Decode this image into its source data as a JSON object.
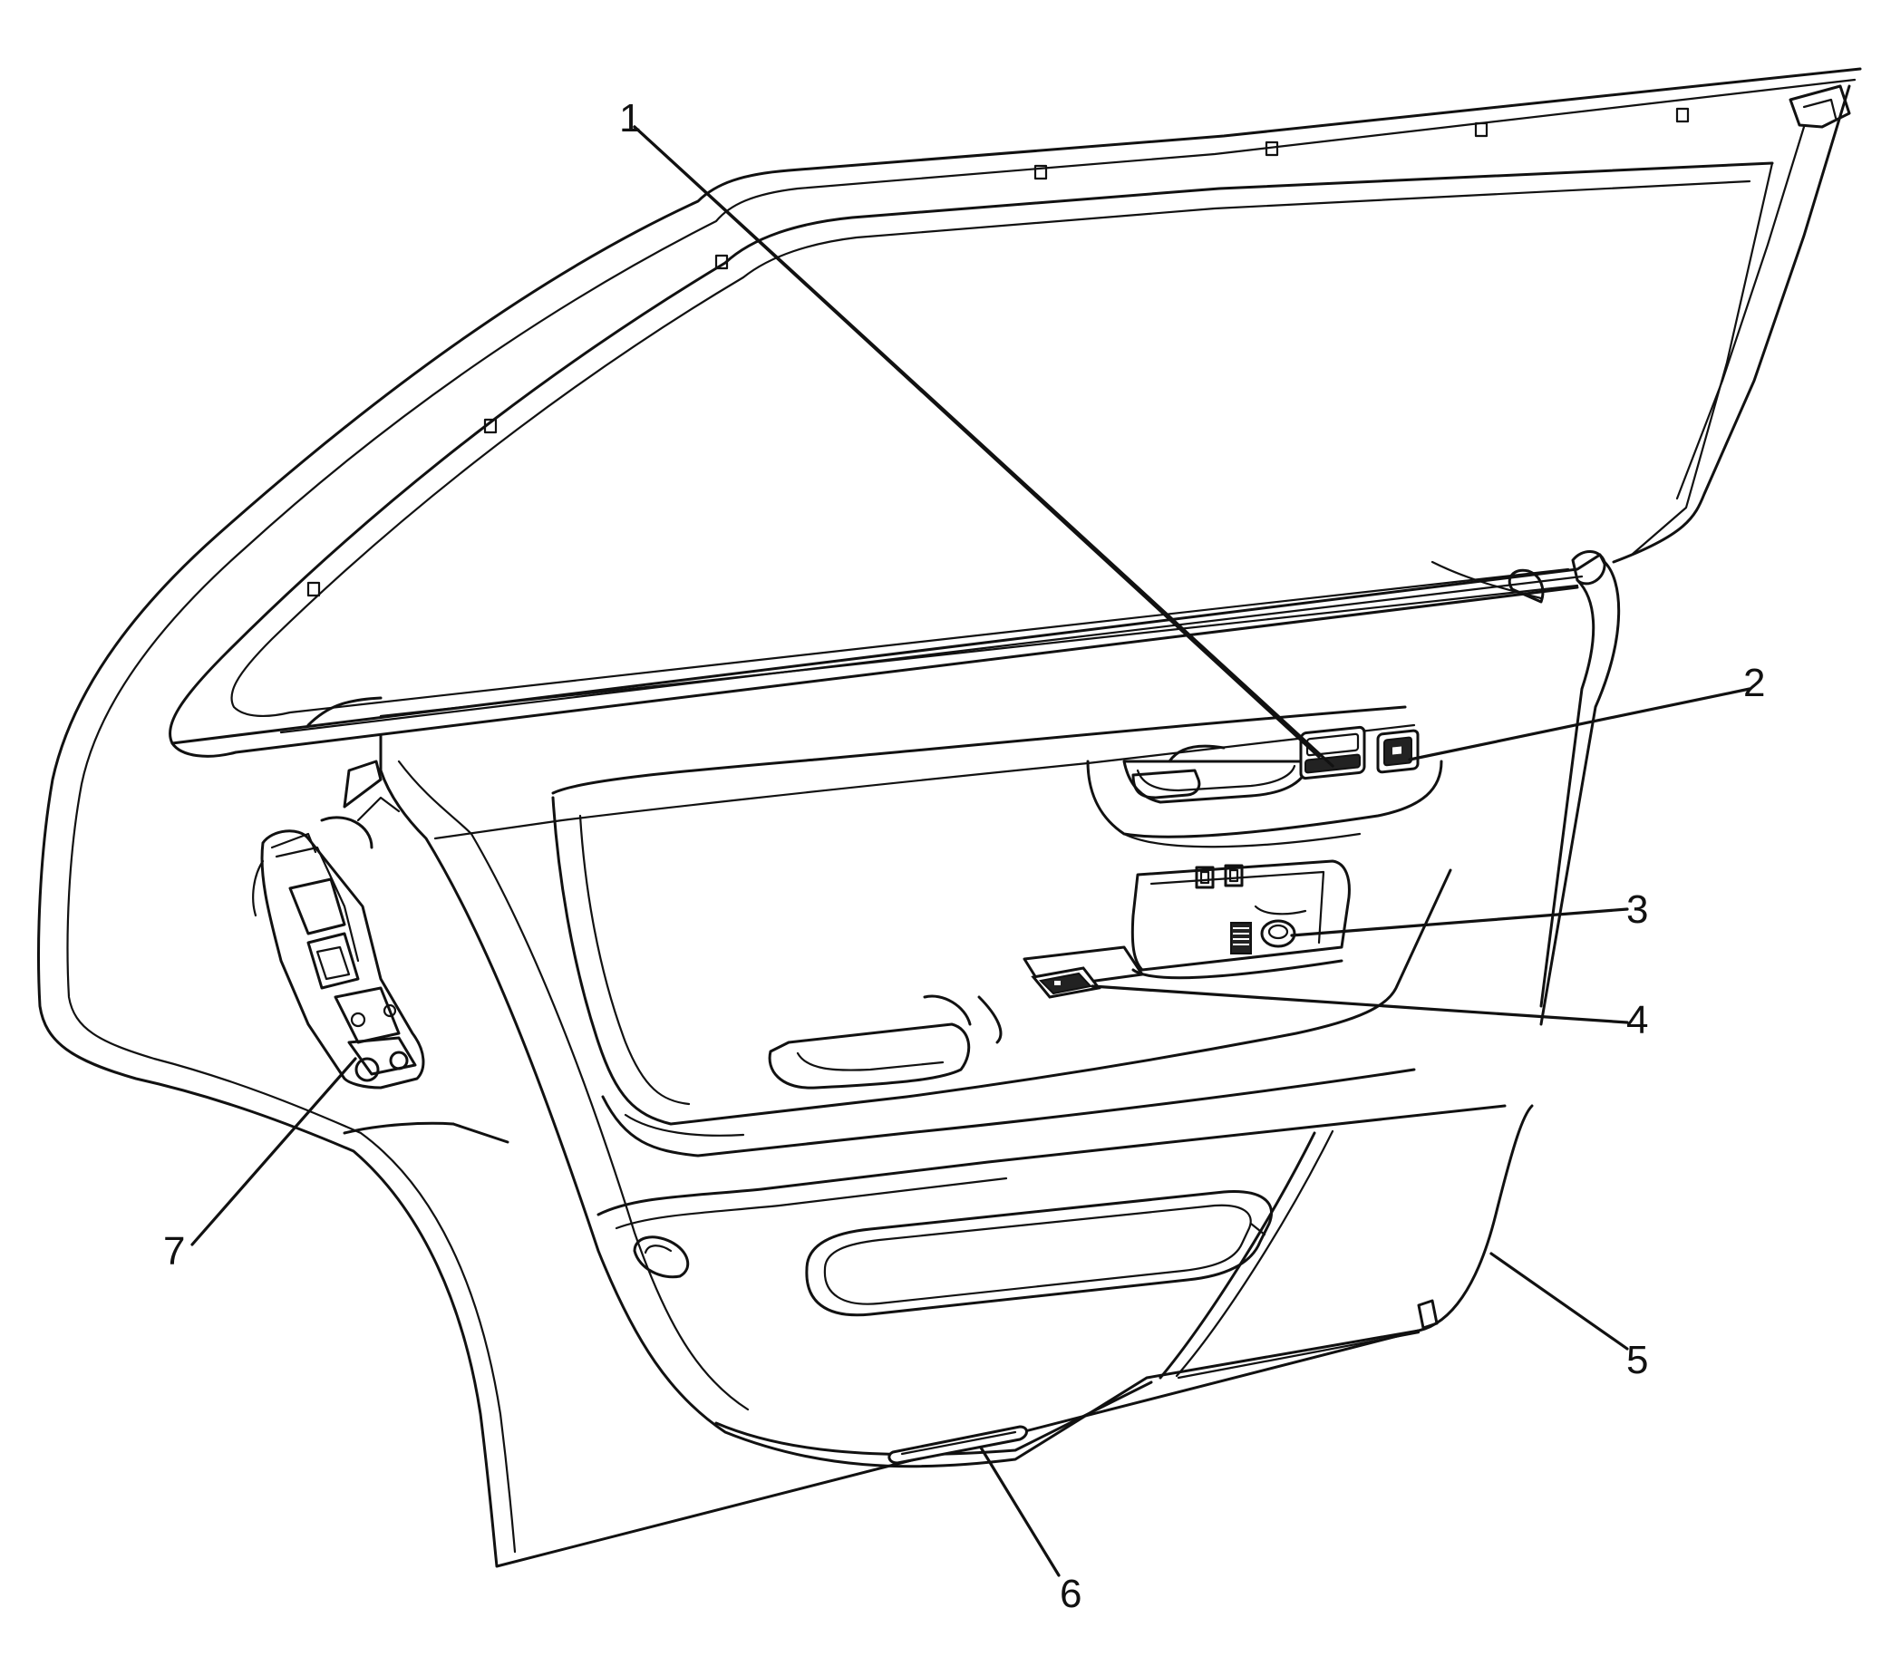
{
  "callouts": [
    {
      "id": "1",
      "text": "1"
    },
    {
      "id": "2",
      "text": "2"
    },
    {
      "id": "3",
      "text": "3"
    },
    {
      "id": "4",
      "text": "4"
    },
    {
      "id": "5",
      "text": "5"
    },
    {
      "id": "6",
      "text": "6"
    },
    {
      "id": "7",
      "text": "7"
    }
  ],
  "colors": {
    "line": "#111111",
    "background": "#ffffff"
  }
}
